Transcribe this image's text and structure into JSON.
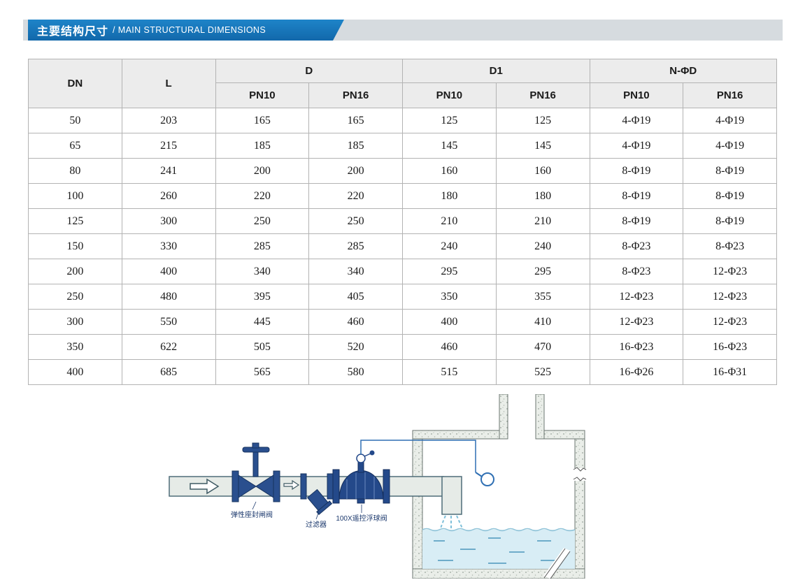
{
  "header": {
    "title_cn": "主要结构尺寸",
    "title_en": "/ MAIN STRUCTURAL DIMENSIONS"
  },
  "table": {
    "headers": {
      "dn": "DN",
      "l": "L",
      "d": "D",
      "d1": "D1",
      "nd": "N-ΦD",
      "pn10": "PN10",
      "pn16": "PN16"
    },
    "rows": [
      [
        "50",
        "203",
        "165",
        "165",
        "125",
        "125",
        "4-Φ19",
        "4-Φ19"
      ],
      [
        "65",
        "215",
        "185",
        "185",
        "145",
        "145",
        "4-Φ19",
        "4-Φ19"
      ],
      [
        "80",
        "241",
        "200",
        "200",
        "160",
        "160",
        "8-Φ19",
        "8-Φ19"
      ],
      [
        "100",
        "260",
        "220",
        "220",
        "180",
        "180",
        "8-Φ19",
        "8-Φ19"
      ],
      [
        "125",
        "300",
        "250",
        "250",
        "210",
        "210",
        "8-Φ19",
        "8-Φ19"
      ],
      [
        "150",
        "330",
        "285",
        "285",
        "240",
        "240",
        "8-Φ23",
        "8-Φ23"
      ],
      [
        "200",
        "400",
        "340",
        "340",
        "295",
        "295",
        "8-Φ23",
        "12-Φ23"
      ],
      [
        "250",
        "480",
        "395",
        "405",
        "350",
        "355",
        "12-Φ23",
        "12-Φ23"
      ],
      [
        "300",
        "550",
        "445",
        "460",
        "400",
        "410",
        "12-Φ23",
        "12-Φ23"
      ],
      [
        "350",
        "622",
        "505",
        "520",
        "460",
        "470",
        "16-Φ23",
        "16-Φ23"
      ],
      [
        "400",
        "685",
        "565",
        "580",
        "515",
        "525",
        "16-Φ26",
        "16-Φ31"
      ]
    ]
  },
  "diagram": {
    "labels": {
      "gate_valve": "弹性座封闸阀",
      "strainer": "过滤器",
      "float_valve": "100X遥控浮球阀"
    }
  }
}
